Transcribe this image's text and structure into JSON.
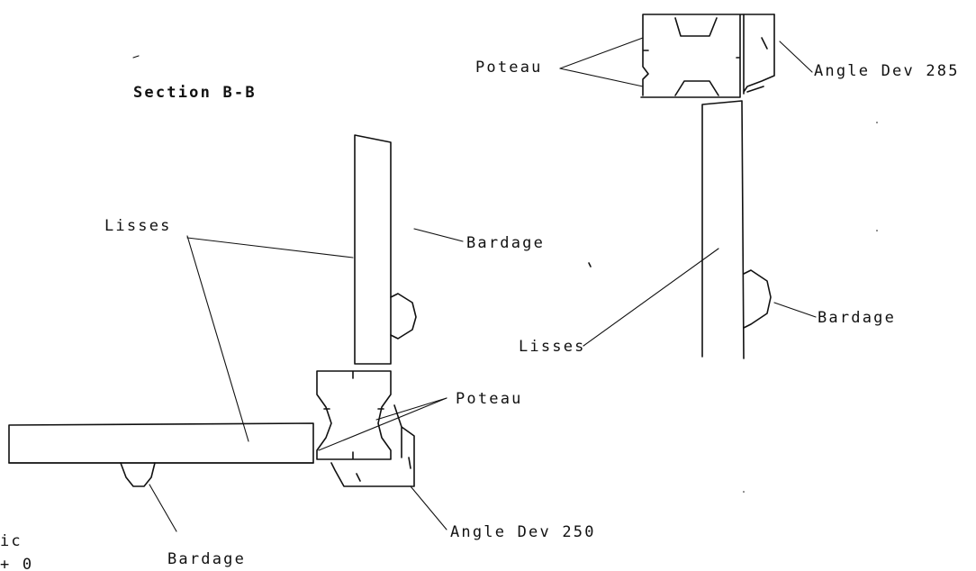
{
  "section_title": "Section B-B",
  "labels": {
    "lisses_left": "Lisses",
    "bardage_top_left": "Bardage",
    "poteau_left": "Poteau",
    "bardage_bottom_left": "Bardage",
    "angle_dev_250": "Angle Dev 250",
    "poteau_right": "Poteau",
    "angle_dev_285": "Angle Dev 285",
    "bardage_right": "Bardage",
    "lisses_right": "Lisses",
    "edge_text_1": "ic",
    "edge_text_2": "+ 0"
  }
}
